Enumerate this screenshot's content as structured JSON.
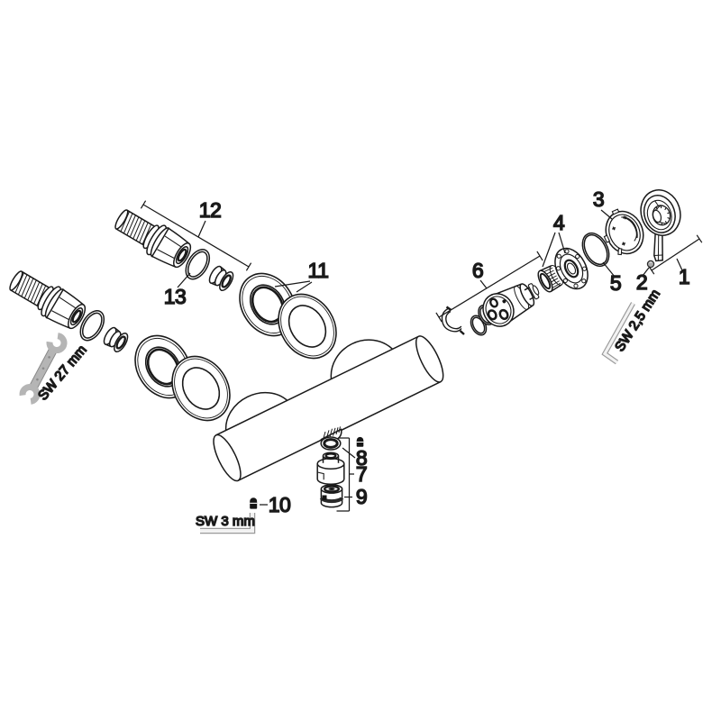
{
  "diagram": {
    "type": "exploded-parts-diagram",
    "background": "#ffffff",
    "line_color": "#1a1a1a",
    "tool_fill": "#b5b5b5",
    "tool_stroke": "#8a8a8a",
    "dark_part_color": "#161616",
    "labels": {
      "n1": "1",
      "n2": "2",
      "n3": "3",
      "n4": "4",
      "n5": "5",
      "n6": "6",
      "n7": "7",
      "n8": "8",
      "n9": "9",
      "n10": "10",
      "n11": "11",
      "n12": "12",
      "n13": "13"
    },
    "tools": {
      "wrench_label": "SW 27 mm",
      "allen25_label": "SW 2,5 mm",
      "allen3_label": "SW 3 mm"
    }
  }
}
